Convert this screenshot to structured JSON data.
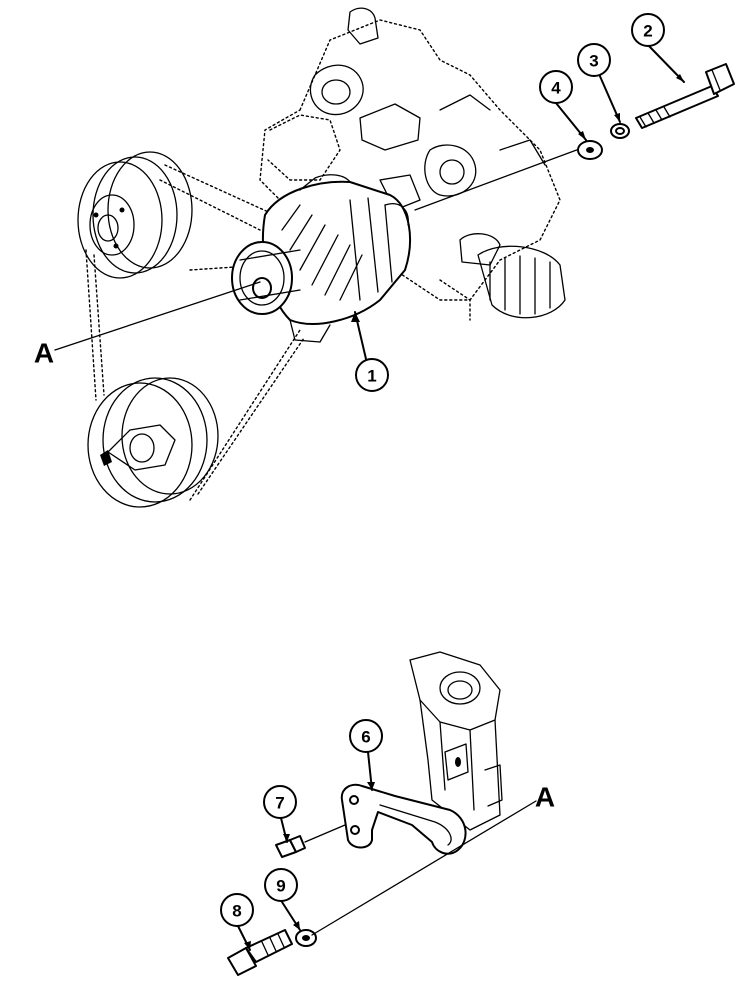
{
  "diagram": {
    "callouts": [
      {
        "id": "1",
        "label": "1"
      },
      {
        "id": "2",
        "label": "2"
      },
      {
        "id": "3",
        "label": "3"
      },
      {
        "id": "4",
        "label": "4"
      },
      {
        "id": "6",
        "label": "6"
      },
      {
        "id": "7",
        "label": "7"
      },
      {
        "id": "8",
        "label": "8"
      },
      {
        "id": "9",
        "label": "9"
      }
    ],
    "reference_marks": {
      "top": "A",
      "bottom": "A"
    }
  }
}
